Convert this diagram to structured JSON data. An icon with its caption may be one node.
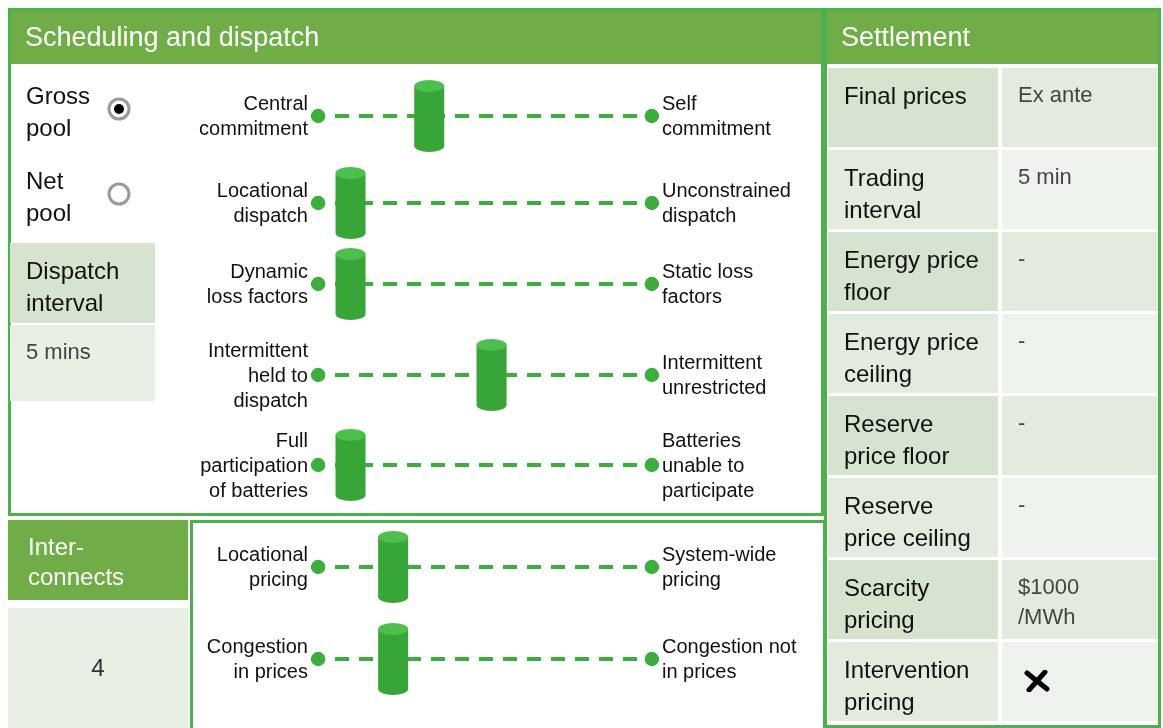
{
  "diagram": {
    "nodes": [
      {
        "text": [
          "Scheduling and dispatch"
        ]
      },
      {
        "text": [
          "Central commitment"
        ],
        "in": 0
      },
      {
        "text": [
          "Self commitment"
        ],
        "in": 0
      },
      {
        "text": [
          "Locational dispatch"
        ],
        "in": 0
      },
      {
        "text": [
          "Unconstrained dispatch"
        ],
        "in": 0
      },
      {
        "text": [
          "Dynamic loss factors"
        ],
        "in": 0
      },
      {
        "text": [
          "Static loss factors"
        ],
        "in": 0
      },
      {
        "text": [
          "Intermittent held to dispatch"
        ],
        "in": 0
      },
      {
        "text": [
          "Intermittent unrestricted"
        ],
        "in": 0
      },
      {
        "text": [
          "Full participation of batteries"
        ],
        "in": 0
      },
      {
        "text": [
          "Batteries unable to participate"
        ],
        "in": 0
      },
      {
        "text": [
          "Settlement"
        ]
      },
      {
        "text": [
          "Inter-connects",
          "4"
        ]
      },
      {
        "text": [],
        "shape": "box"
      },
      {
        "text": [
          "Locational pricing"
        ],
        "in": 13
      },
      {
        "text": [
          "System-wide pricing"
        ],
        "in": 13
      },
      {
        "text": [
          "Congestion in prices"
        ],
        "in": 13
      },
      {
        "text": [
          "Congestion not in prices"
        ],
        "in": 13
      }
    ],
    "edges": [
      {
        "from": 1,
        "to": 2,
        "arrow": "other",
        "style": "dashed"
      },
      {
        "from": 3,
        "to": 4,
        "arrow": "other",
        "style": "dashed"
      },
      {
        "from": 5,
        "to": 6,
        "arrow": "other",
        "style": "dashed"
      },
      {
        "from": 7,
        "to": 8,
        "arrow": "other",
        "style": "dashed"
      },
      {
        "from": 9,
        "to": 10,
        "arrow": "other",
        "style": "dashed"
      },
      {
        "from": 14,
        "to": 15,
        "arrow": "other",
        "style": "dashed"
      },
      {
        "from": 16,
        "to": 17,
        "arrow": "other",
        "style": "dashed"
      }
    ],
    "labels": [
      "Gross pool",
      "Net pool",
      "Dispatch interval",
      "5 mins",
      "Final prices",
      "Ex ante",
      "Trading interval",
      "5 min",
      "Energy price floor",
      "-",
      "Energy price ceiling",
      "-",
      "Reserve price floor",
      "-",
      "Reserve price ceiling",
      "-",
      "Scarcity pricing",
      "$1000 /MWh",
      "Intervention pricing"
    ]
  }
}
